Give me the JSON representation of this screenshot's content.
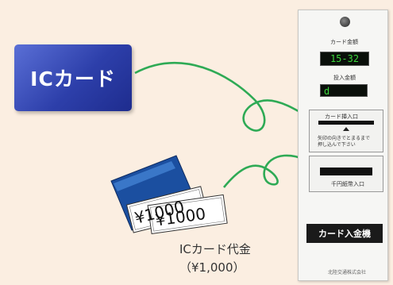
{
  "ic_card": {
    "label": "ICカード"
  },
  "banknotes": {
    "front_amount": "¥1000",
    "back_amount": "¥1000"
  },
  "caption": {
    "line1": "ICカード代金",
    "line2": "（¥1,000）"
  },
  "machine": {
    "card_balance_label": "カード金額",
    "card_balance_value": "15-32",
    "inserted_amount_label": "投入金額",
    "inserted_amount_value": "d",
    "card_slot_label": "カード挿入口",
    "card_slot_note_1": "矢印の向きでとまるまで",
    "card_slot_note_2": "押し込んで下さい",
    "bill_slot_label": "千円紙幣入口",
    "title_badge": "カード入金機",
    "footer_text": "北陸交通株式会社"
  },
  "colors": {
    "background": "#fbeee1",
    "arrow": "#2eaa55",
    "card": "#2d3faa",
    "display_text": "#3bd63b"
  }
}
